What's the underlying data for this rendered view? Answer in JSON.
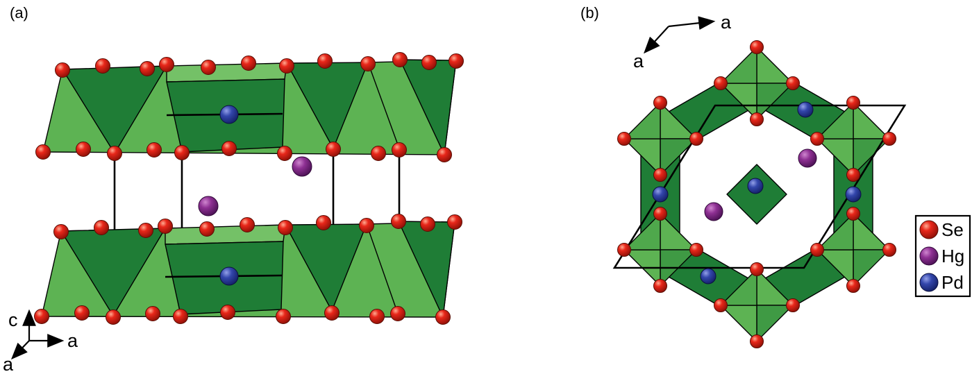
{
  "panels": {
    "a": {
      "label": "(a)"
    },
    "b": {
      "label": "(b)"
    }
  },
  "axes": {
    "panel_a": {
      "up": "c",
      "right": "a",
      "down_left": "a"
    },
    "panel_b": {
      "right": "a",
      "down_left": "a"
    }
  },
  "legend": {
    "items": [
      {
        "name": "selenium",
        "label": "Se",
        "color": "#e02015"
      },
      {
        "name": "mercury",
        "label": "Hg",
        "color": "#8e3093"
      },
      {
        "name": "palladium",
        "label": "Pd",
        "color": "#3346ab"
      }
    ]
  },
  "palette": {
    "polyhedron_light": "#5db353",
    "polyhedron_dark": "#1f7d36",
    "edge": "#000000",
    "background": "#ffffff"
  }
}
